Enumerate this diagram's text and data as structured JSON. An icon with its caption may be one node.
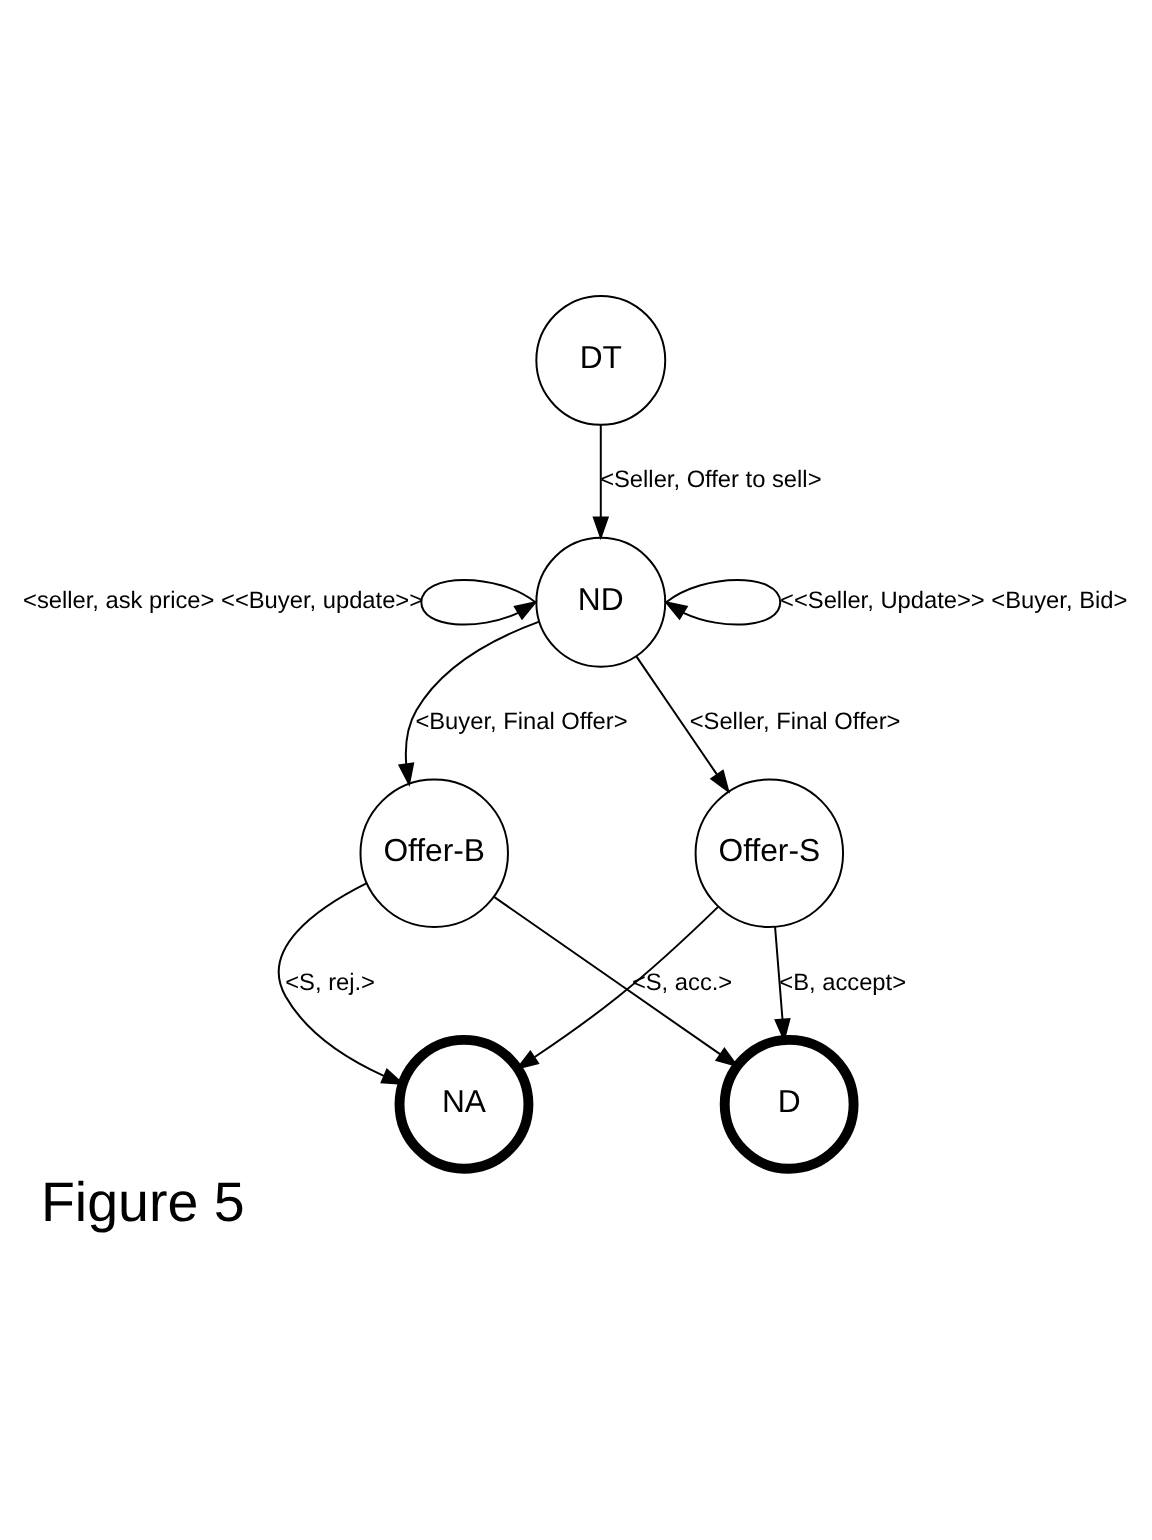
{
  "diagram": {
    "caption": "Figure 5",
    "nodes": [
      {
        "text": [
          "DT"
        ]
      },
      {
        "text": [
          "ND"
        ]
      },
      {
        "text": [
          "Offer-B"
        ]
      },
      {
        "text": [
          "Offer-S"
        ]
      },
      {
        "text": [
          "NA"
        ]
      },
      {
        "text": [
          "D"
        ]
      }
    ],
    "edges": [
      {
        "from": 0,
        "to": 1,
        "arrow": "to",
        "label": "<Seller, Offer to sell>"
      },
      {
        "from": 1,
        "to": 1,
        "arrow": "to",
        "label": "<seller, ask price> <<Buyer, update>>"
      },
      {
        "from": 1,
        "to": 1,
        "arrow": "to",
        "label": "<<Seller, Update>> <Buyer, Bid>"
      },
      {
        "from": 1,
        "to": 2,
        "arrow": "to",
        "label": "<Buyer, Final Offer>"
      },
      {
        "from": 1,
        "to": 3,
        "arrow": "to",
        "label": "<Seller, Final Offer>"
      },
      {
        "from": 2,
        "to": 4,
        "arrow": "to",
        "label": "<S, rej.>"
      },
      {
        "from": 2,
        "to": 5,
        "arrow": "to",
        "label": "<S, acc.>"
      },
      {
        "from": 3,
        "to": 4,
        "arrow": "to"
      },
      {
        "from": 3,
        "to": 5,
        "arrow": "to",
        "label": "<B, accept>"
      }
    ]
  }
}
